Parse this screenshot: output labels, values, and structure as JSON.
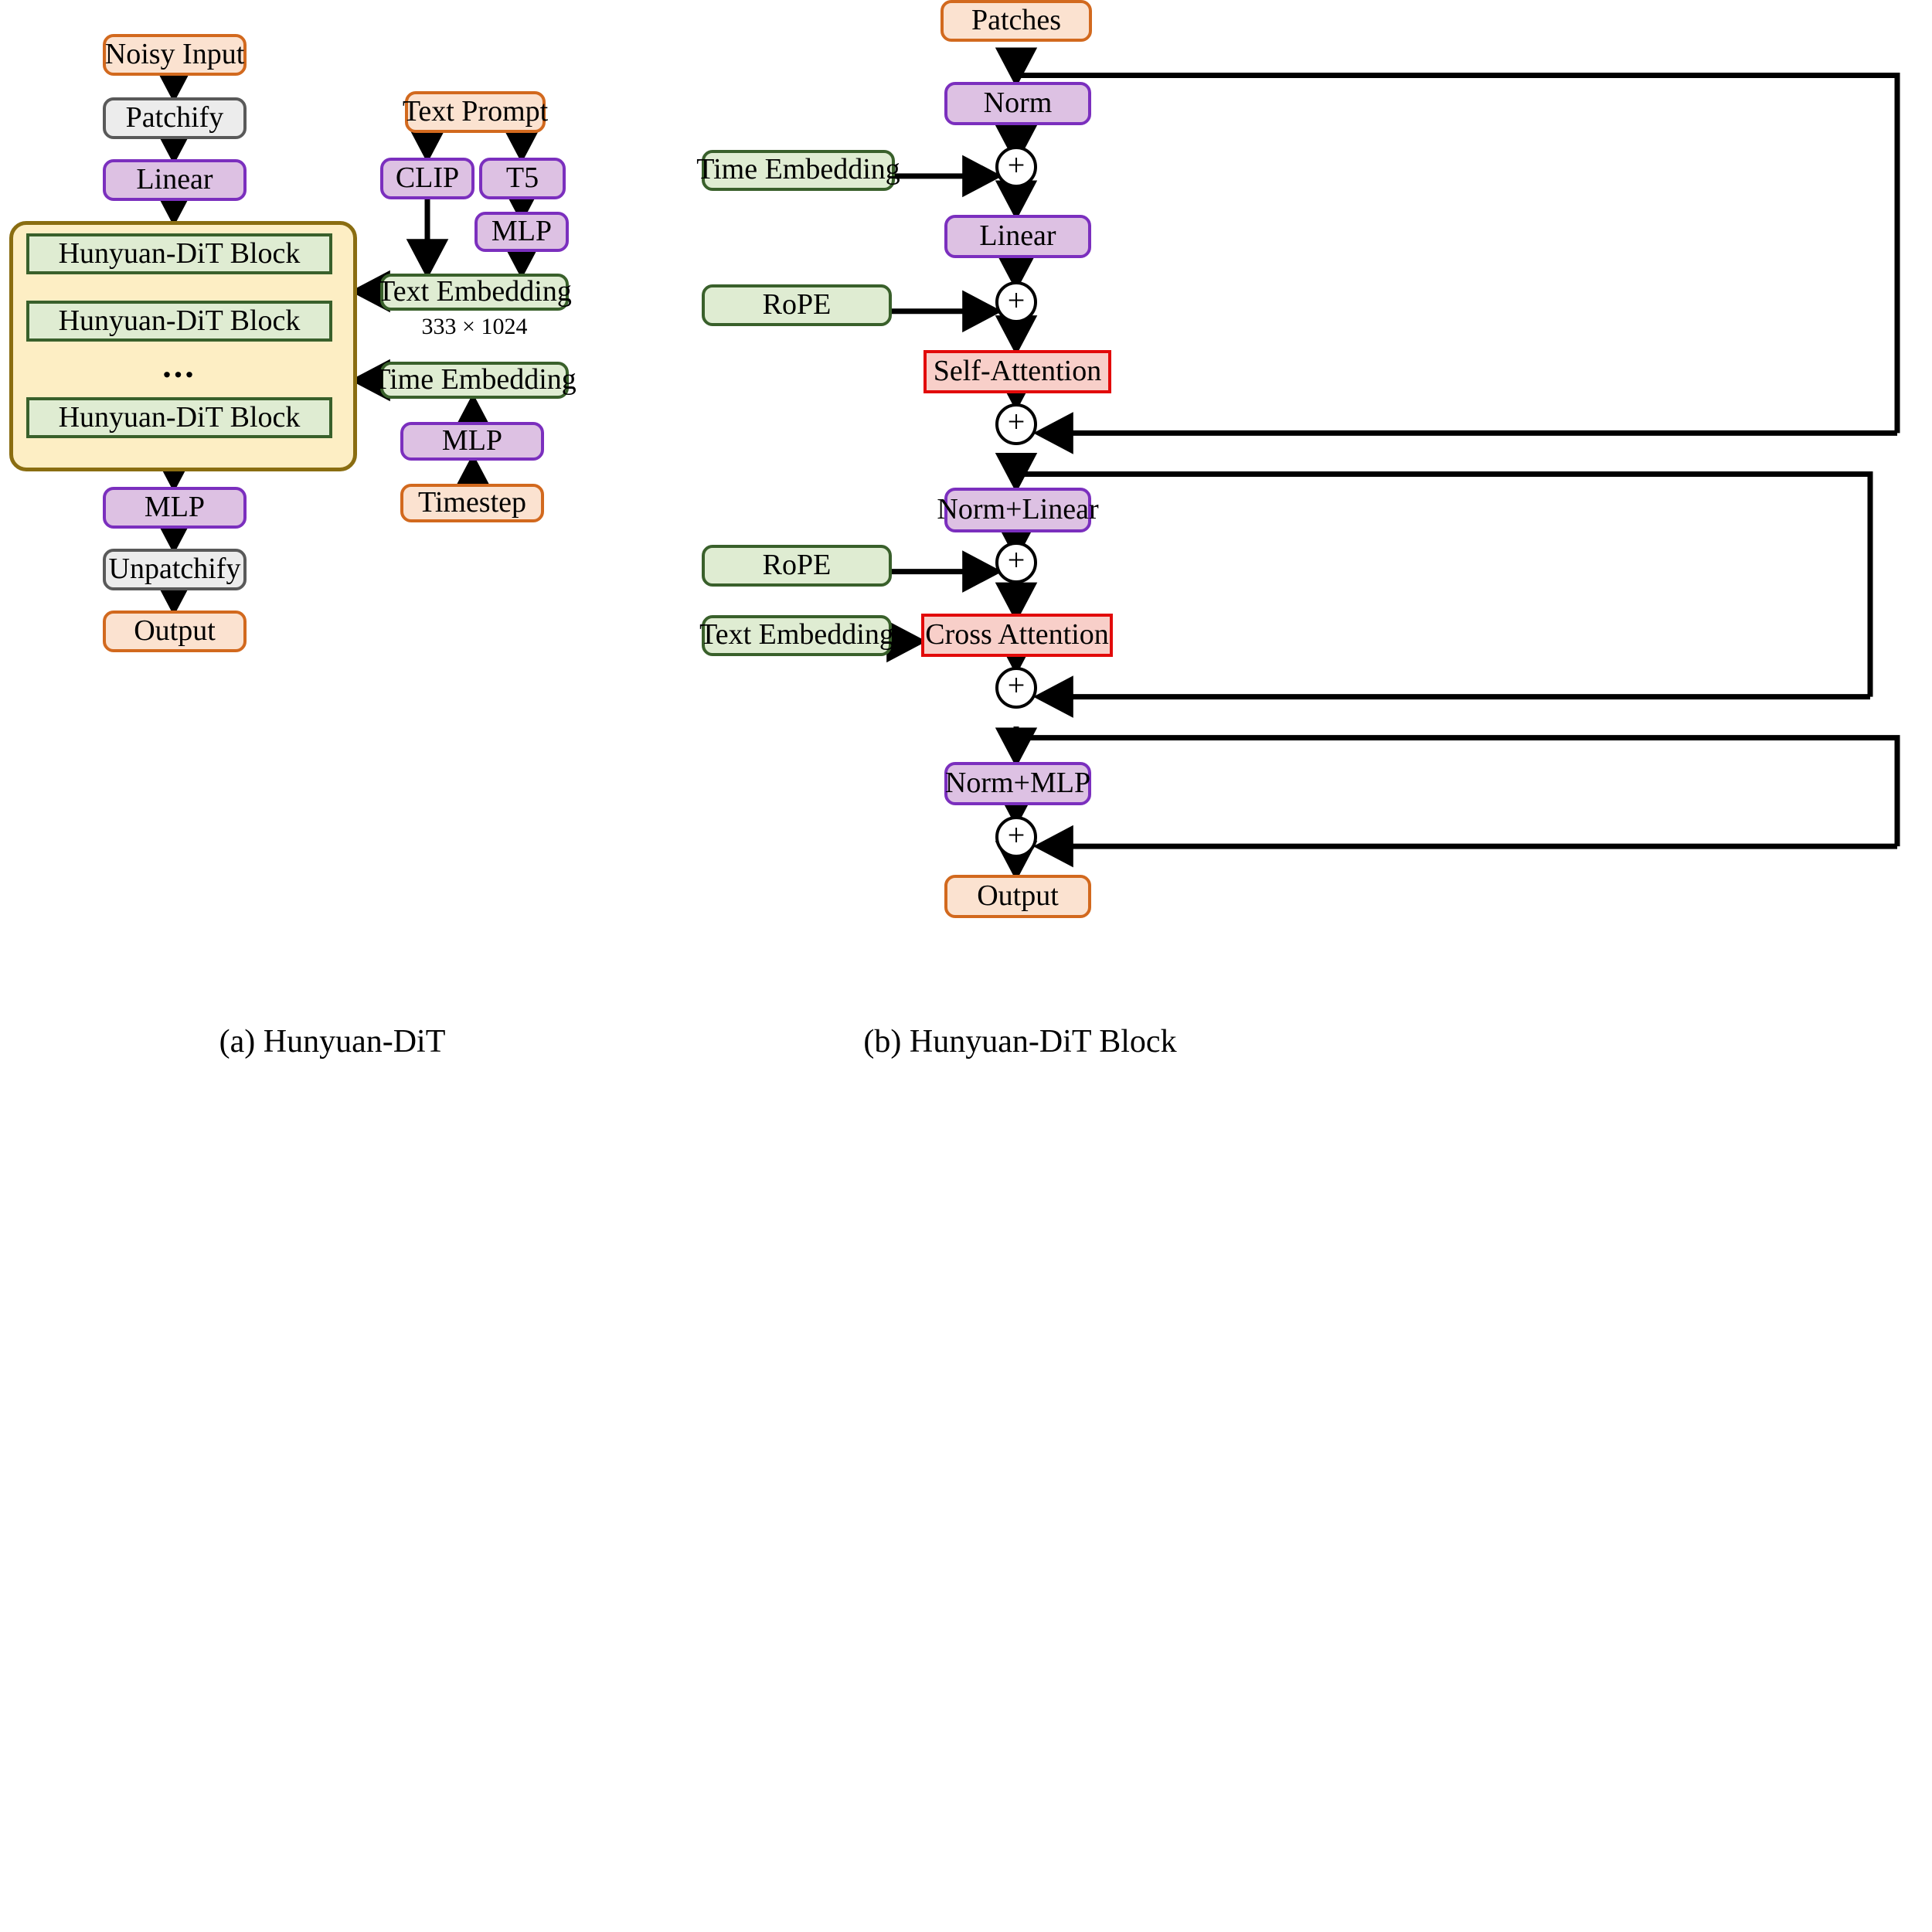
{
  "figure": {
    "captions": [
      {
        "id": "cap-a",
        "text": "(a) Hunyuan-DiT"
      },
      {
        "id": "cap-b",
        "text": "(b) Hunyuan-DiT Block"
      }
    ]
  },
  "colors": {
    "orange_fill": "#fbe2d0",
    "orange_stroke": "#d2691e",
    "gray_fill": "#ececec",
    "gray_stroke": "#595959",
    "purple_fill": "#ddc1e3",
    "purple_stroke": "#7b2fbe",
    "green_fill": "#dfecd2",
    "green_stroke": "#39602b",
    "red_fill": "#f8cfc9",
    "red_stroke": "#e20a0a",
    "yellow_fill": "#fdeec4",
    "yellow_stroke": "#8a6d11",
    "wire": "#000000"
  },
  "panel_a": {
    "title": "(a) Hunyuan-DiT",
    "main_chain": [
      {
        "id": "noisy-input",
        "label": "Noisy Input",
        "style": "orange"
      },
      {
        "id": "patchify",
        "label": "Patchify",
        "style": "gray"
      },
      {
        "id": "linear",
        "label": "Linear",
        "style": "purple"
      }
    ],
    "block_stack": {
      "container_label": "",
      "blocks": [
        {
          "id": "hunyuan-dit-block-1",
          "label": "Hunyuan-DiT Block",
          "style": "green-square"
        },
        {
          "id": "hunyuan-dit-block-2",
          "label": "Hunyuan-DiT Block",
          "style": "green-square"
        },
        {
          "id": "block-ellipsis",
          "label": "...",
          "style": "text"
        },
        {
          "id": "hunyuan-dit-block-n",
          "label": "Hunyuan-DiT Block",
          "style": "green-square"
        }
      ]
    },
    "tail_chain": [
      {
        "id": "mlp-out",
        "label": "MLP",
        "style": "purple"
      },
      {
        "id": "unpatchify",
        "label": "Unpatchify",
        "style": "gray"
      },
      {
        "id": "output",
        "label": "Output",
        "style": "orange"
      }
    ],
    "text_branch": [
      {
        "id": "text-prompt",
        "label": "Text Prompt",
        "style": "orange"
      },
      {
        "id": "clip",
        "label": "CLIP",
        "style": "purple"
      },
      {
        "id": "t5",
        "label": "T5",
        "style": "purple"
      },
      {
        "id": "mlp-t5",
        "label": "MLP",
        "style": "purple"
      },
      {
        "id": "text-embedding",
        "label": "Text Embedding",
        "style": "green"
      }
    ],
    "text_embedding_shape": "333 × 1024",
    "time_branch": [
      {
        "id": "time-embedding",
        "label": "Time Embedding",
        "style": "green"
      },
      {
        "id": "mlp-time",
        "label": "MLP",
        "style": "purple"
      },
      {
        "id": "timestep",
        "label": "Timestep",
        "style": "orange"
      }
    ]
  },
  "panel_b": {
    "title": "(b) Hunyuan-DiT Block",
    "nodes": [
      {
        "id": "b-patches",
        "label": "Patches",
        "style": "orange"
      },
      {
        "id": "b-norm",
        "label": "Norm",
        "style": "purple"
      },
      {
        "id": "b-time-embedding",
        "label": "Time Embedding",
        "style": "green"
      },
      {
        "id": "b-linear",
        "label": "Linear",
        "style": "purple"
      },
      {
        "id": "b-rope-1",
        "label": "RoPE",
        "style": "green"
      },
      {
        "id": "b-self-attention",
        "label": "Self-Attention",
        "style": "red"
      },
      {
        "id": "b-norm-linear",
        "label": "Norm+Linear",
        "style": "purple"
      },
      {
        "id": "b-rope-2",
        "label": "RoPE",
        "style": "green"
      },
      {
        "id": "b-text-embedding",
        "label": "Text Embedding",
        "style": "green"
      },
      {
        "id": "b-cross-attention",
        "label": "Cross Attention",
        "style": "red"
      },
      {
        "id": "b-norm-mlp",
        "label": "Norm+MLP",
        "style": "purple"
      },
      {
        "id": "b-output",
        "label": "Output",
        "style": "orange"
      }
    ],
    "adders": [
      {
        "id": "adder-time",
        "symbol": "+"
      },
      {
        "id": "adder-rope1",
        "symbol": "+"
      },
      {
        "id": "adder-skip1",
        "symbol": "+"
      },
      {
        "id": "adder-rope2",
        "symbol": "+"
      },
      {
        "id": "adder-skip2",
        "symbol": "+"
      },
      {
        "id": "adder-skip3",
        "symbol": "+"
      }
    ]
  }
}
